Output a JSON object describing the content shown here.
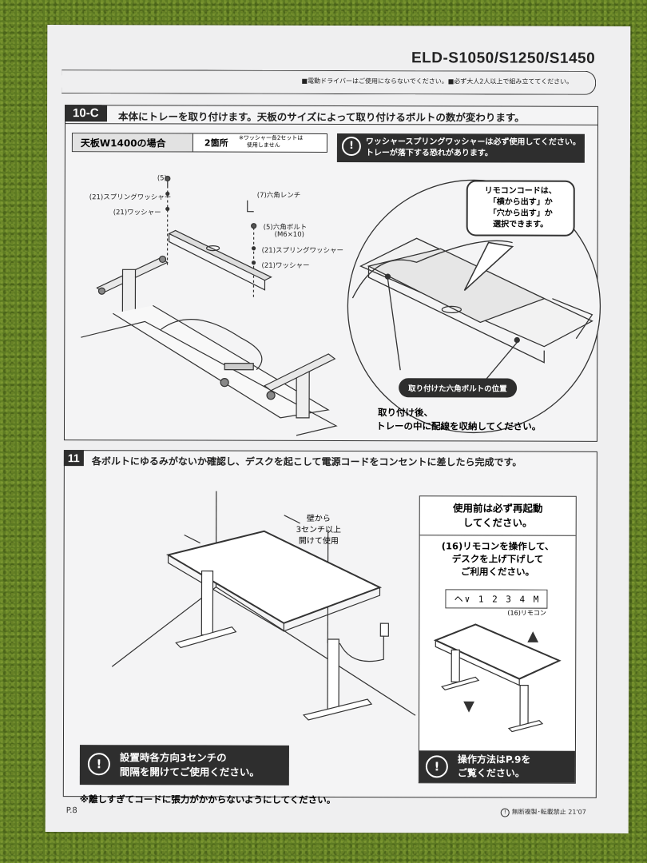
{
  "header": {
    "model": "ELD-S1050/S1250/S1450",
    "notice": "■電動ドライバーはご使用にならないでください。■必ず大人2人以上で組み立ててください。"
  },
  "step10c": {
    "number": "10-C",
    "instruction": "本体にトレーを取り付けます。天板のサイズによって取り付けるボルトの数が変わります。",
    "case_title": "天板W1400の場合",
    "count": "2箇所",
    "washer_note_line1": "※ワッシャー各2セットは",
    "washer_note_line2": "使用しません",
    "warning_line1": "ワッシャースプリングワッシャーは必ず使用してください。",
    "warning_line2": "トレーが落下する恐れがあります。",
    "parts_left": [
      "(5)",
      "(21)スプリングワッシャー",
      "(21)ワッシャー"
    ],
    "parts_right": [
      "(7)六角レンチ",
      "(5)六角ボルト",
      "(M6×10)",
      "(21)スプリングワッシャー",
      "(21)ワッシャー"
    ],
    "bubble_line1": "リモコンコードは、",
    "bubble_line2": "「横から出す」か",
    "bubble_line3": "「穴から出す」か",
    "bubble_line4": "選択できます。",
    "bolt_position_label": "取り付けた六角ボルトの位置",
    "after_line1": "取り付け後、",
    "after_line2": "トレーの中に配線を収納してください。"
  },
  "step11": {
    "number": "11",
    "instruction": "各ボルトにゆるみがないか確認し、デスクを起こして電源コードをコンセントに差したら完成です。",
    "wall_line1": "壁から",
    "wall_line2": "3センチ以上",
    "wall_line3": "開けて使用",
    "restart_line1": "使用前は必ず再起動",
    "restart_line2": "してください。",
    "remote_line1": "(16)リモコンを操作して、",
    "remote_line2": "デスクを上げ下げして",
    "remote_line3": "ご利用ください。",
    "remote_display": "ヘ∨ 1 2 3 4 M",
    "remote_label": "(16)リモコン",
    "gap_warning_line1": "設置時各方向3センチの",
    "gap_warning_line2": "間隔を開けてご使用ください。",
    "cord_note": "※離しすぎてコードに張力がかからないようにしてください。",
    "operation_line1": "操作方法はP.9を",
    "operation_line2": "ご覧ください。"
  },
  "footer": {
    "page": "P.8",
    "copyright": "無断複製･転載禁止 21'07"
  },
  "icons": {
    "warning": "!",
    "arrow_up": "▲",
    "arrow_down": "▼",
    "copyright_mark": "!"
  }
}
